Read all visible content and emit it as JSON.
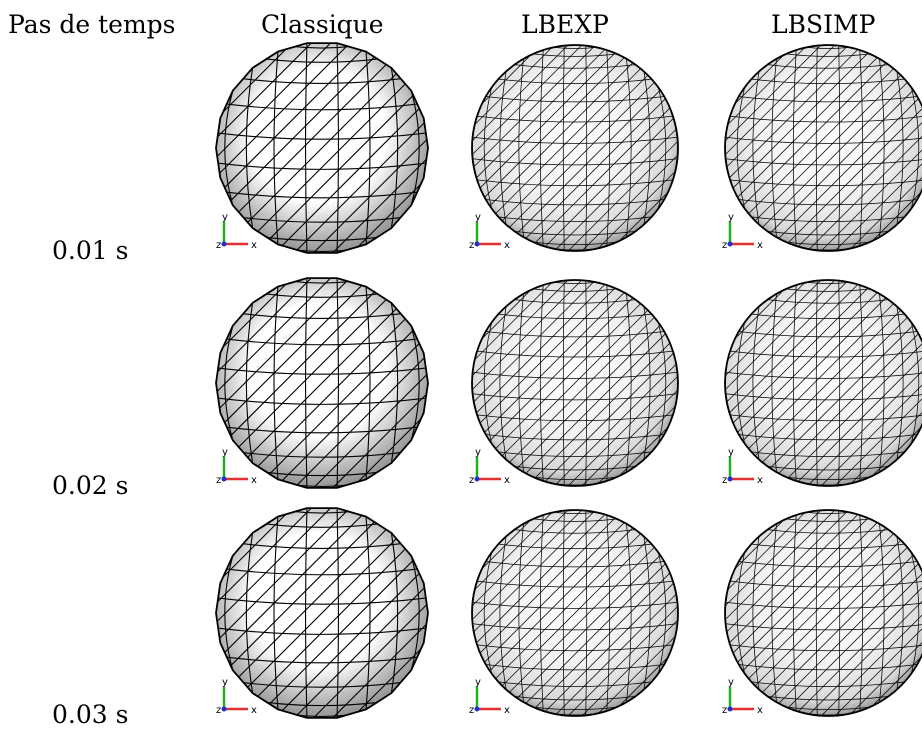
{
  "header": {
    "row_label": "Pas de temps",
    "columns": [
      "Classique",
      "LBEXP",
      "LBSIMP"
    ]
  },
  "rows": [
    {
      "label": "0.01 s"
    },
    {
      "label": "0.02 s"
    },
    {
      "label": "0.03 s"
    }
  ],
  "axis": {
    "x": "x",
    "y": "y",
    "z": "z"
  },
  "mesh": {
    "Classique": {
      "shape": "faceted-polygon",
      "resolution": "coarse"
    },
    "LBEXP": {
      "shape": "sphere",
      "resolution": "fine"
    },
    "LBSIMP": {
      "shape": "sphere",
      "resolution": "fine"
    }
  },
  "colors": {
    "face_light": "#ffffff",
    "face_mid": "#d8d8d8",
    "face_dark": "#8a8a8a",
    "edge": "#000000",
    "axis_x": "#e03030",
    "axis_y": "#20b020",
    "axis_z": "#2030d0"
  }
}
